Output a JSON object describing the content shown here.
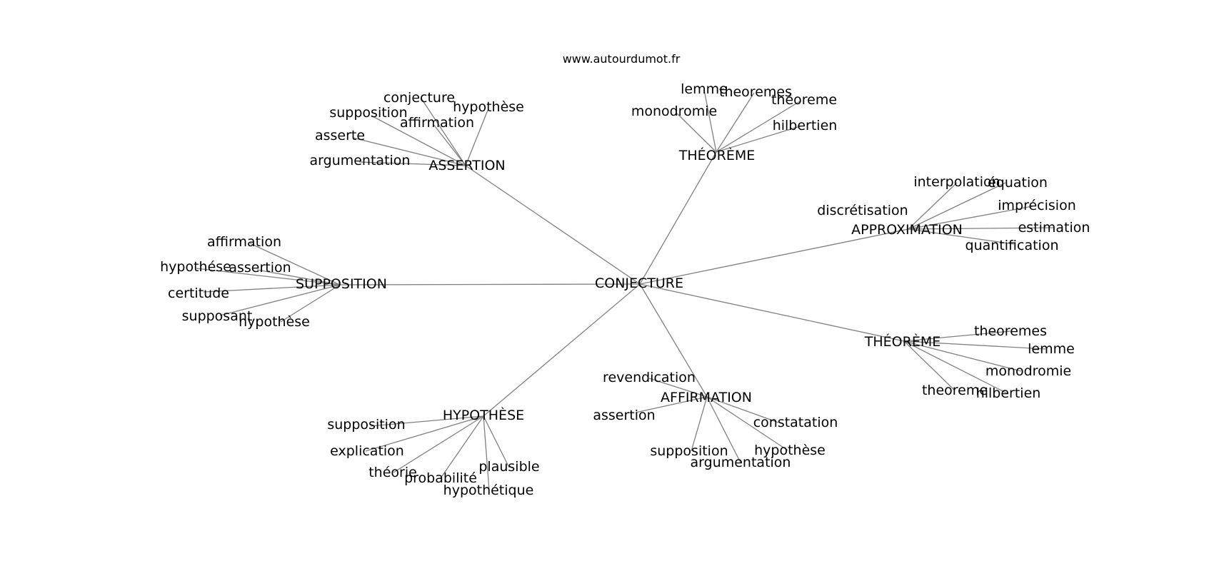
{
  "source": "www.autourdumot.fr",
  "center": "CONJECTURE",
  "groups": [
    {
      "label": "ASSERTION",
      "leaves": [
        "conjecture",
        "hypothèse",
        "supposition",
        "affirmation",
        "asserte",
        "argumentation"
      ]
    },
    {
      "label": "THÉORÈME",
      "leaves": [
        "lemme",
        "theoremes",
        "théoreme",
        "monodromie",
        "hilbertien"
      ]
    },
    {
      "label": "APPROXIMATION",
      "leaves": [
        "interpolation",
        "équation",
        "discrétisation",
        "imprécision",
        "estimation",
        "quantification"
      ]
    },
    {
      "label": "SUPPOSITION",
      "leaves": [
        "affirmation",
        "hypothése",
        "assertion",
        "certitude",
        "supposant",
        "hypothèse"
      ]
    },
    {
      "label": "THÉORÈME",
      "leaves": [
        "theoremes",
        "lemme",
        "monodromie",
        "theoreme",
        "hilbertien"
      ]
    },
    {
      "label": "AFFIRMATION",
      "leaves": [
        "revendication",
        "assertion",
        "constatation",
        "supposition",
        "hypothèse",
        "argumentation"
      ]
    },
    {
      "label": "HYPOTHÈSE",
      "leaves": [
        "supposition",
        "explication",
        "théorie",
        "plausible",
        "probabilité",
        "hypothétique"
      ]
    }
  ]
}
